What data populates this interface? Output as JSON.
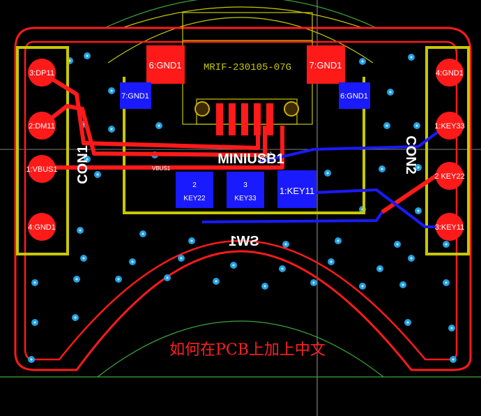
{
  "colors": {
    "board_outline": "#ff1a1a",
    "silkscreen": "#d8d800",
    "top_copper": "#ff1a1a",
    "bottom_copper": "#1a1aff",
    "via": "#22a0e0",
    "background": "#000000"
  },
  "connectors": {
    "left_label": "CON1",
    "right_label": "CON2",
    "left_pads": [
      "3:DP11",
      "2:DM11",
      "1:VBUS1",
      "4:GND1"
    ],
    "right_pads": [
      "4:GND1",
      "1:KEY33",
      "2\nKEY22",
      "3:KEY11"
    ]
  },
  "usb": {
    "part": "MRIF-230105-07G",
    "shield_pads_big": [
      "6:GND1",
      "7:GND1"
    ],
    "shield_pads_small": [
      "7:GND1",
      "6:GND1"
    ],
    "silk_label": "MINIUSB1",
    "trace_label": "VBUS1",
    "trace_label_2": "VBUS1"
  },
  "switch": {
    "label": "SW1",
    "pads": [
      "2\nKEY22",
      "3\nKEY33",
      "1:KEY11"
    ]
  },
  "note": "如何在PCB上加上中文"
}
